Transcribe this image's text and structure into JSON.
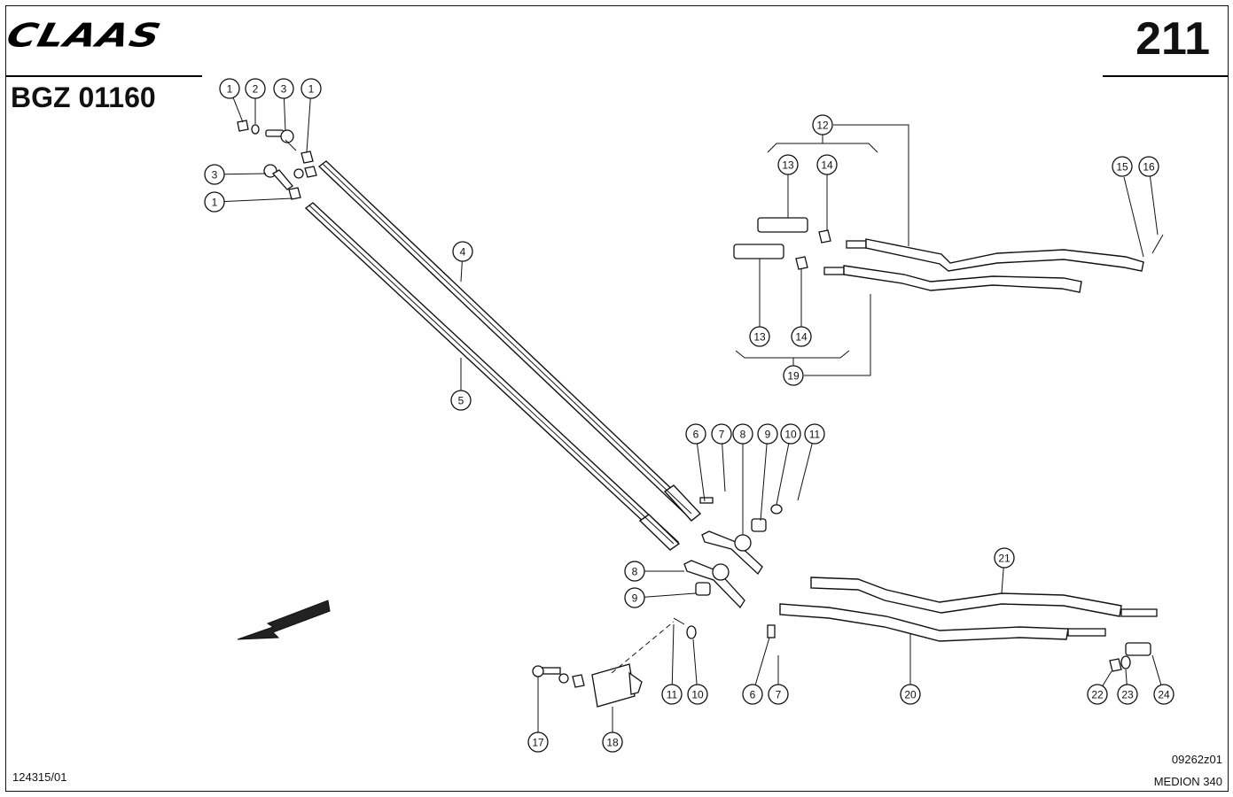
{
  "header": {
    "brand": "CLAAS",
    "page_number": "211",
    "drawing_code": "BGZ 01160"
  },
  "footer": {
    "doc_number": "124315/01",
    "figure_code": "09262z01",
    "model": "MEDION 340"
  },
  "callouts": [
    {
      "label": "1"
    },
    {
      "label": "2"
    },
    {
      "label": "3"
    },
    {
      "label": "1"
    },
    {
      "label": "3"
    },
    {
      "label": "1"
    },
    {
      "label": "4"
    },
    {
      "label": "5"
    },
    {
      "label": "12"
    },
    {
      "label": "13"
    },
    {
      "label": "14"
    },
    {
      "label": "15"
    },
    {
      "label": "16"
    },
    {
      "label": "13"
    },
    {
      "label": "14"
    },
    {
      "label": "19"
    },
    {
      "label": "6"
    },
    {
      "label": "7"
    },
    {
      "label": "8"
    },
    {
      "label": "9"
    },
    {
      "label": "10"
    },
    {
      "label": "11"
    },
    {
      "label": "8"
    },
    {
      "label": "9"
    },
    {
      "label": "21"
    },
    {
      "label": "11"
    },
    {
      "label": "10"
    },
    {
      "label": "6"
    },
    {
      "label": "7"
    },
    {
      "label": "20"
    },
    {
      "label": "22"
    },
    {
      "label": "23"
    },
    {
      "label": "24"
    },
    {
      "label": "17"
    },
    {
      "label": "18"
    }
  ],
  "direction_arrow": "arrow-icon"
}
